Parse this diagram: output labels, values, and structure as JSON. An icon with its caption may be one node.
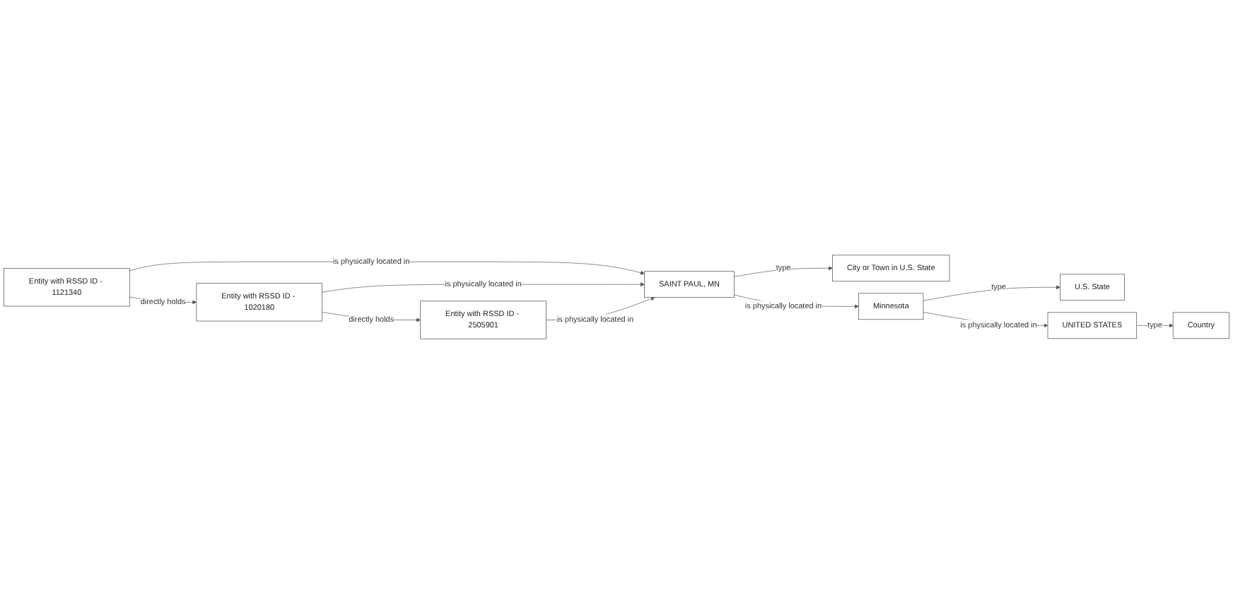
{
  "diagram": {
    "nodes": [
      {
        "text": [
          "Entity with RSSD ID - 1121340"
        ]
      },
      {
        "text": [
          "SAINT PAUL, MN"
        ]
      },
      {
        "text": [
          "Entity with RSSD ID - 1020180"
        ]
      },
      {
        "text": [
          "City or Town in U.S. State"
        ]
      },
      {
        "text": [
          "Entity with RSSD ID - 2505901"
        ]
      },
      {
        "text": [
          "Minnesota"
        ]
      },
      {
        "text": [
          "U.S. State"
        ]
      },
      {
        "text": [
          "UNITED STATES"
        ]
      },
      {
        "text": [
          "Country"
        ]
      }
    ],
    "edges": [
      {
        "from": 0,
        "to": 2,
        "arrow": "to",
        "label": "directly holds"
      },
      {
        "from": 0,
        "to": 1,
        "arrow": "to",
        "label": "is physically located in"
      },
      {
        "from": 2,
        "to": 1,
        "arrow": "to",
        "label": "is physically located in"
      },
      {
        "from": 2,
        "to": 4,
        "arrow": "to",
        "label": "directly holds"
      },
      {
        "from": 4,
        "to": 1,
        "arrow": "to",
        "label": "is physically located in"
      },
      {
        "from": 1,
        "to": 3,
        "arrow": "to",
        "label": "type"
      },
      {
        "from": 1,
        "to": 5,
        "arrow": "to",
        "label": "is physically located in"
      },
      {
        "from": 5,
        "to": 6,
        "arrow": "to",
        "label": "type"
      },
      {
        "from": 5,
        "to": 7,
        "arrow": "to",
        "label": "is physically located in"
      },
      {
        "from": 7,
        "to": 8,
        "arrow": "to",
        "label": "type"
      }
    ]
  }
}
